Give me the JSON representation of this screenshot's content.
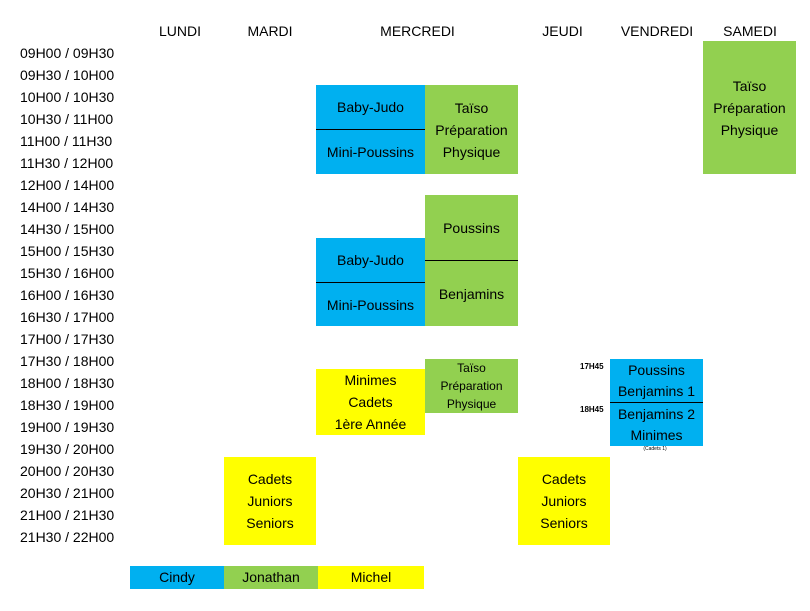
{
  "days": [
    "LUNDI",
    "MARDI",
    "MERCREDI",
    "JEUDI",
    "VENDREDI",
    "SAMEDI"
  ],
  "time_slots": [
    "09H00 / 09H30",
    "09H30 / 10H00",
    "10H00 / 10H30",
    "10H30 / 11H00",
    "11H00 / 11H30",
    "11H30 / 12H00",
    "12H00 / 14H00",
    "14H00 / 14H30",
    "14H30 / 15H00",
    "15H00 / 15H30",
    "15H30 / 16H00",
    "16H00 / 16H30",
    "16H30 / 17H00",
    "17H00 / 17H30",
    "17H30 / 18H00",
    "18H00 / 18H30",
    "18H30 / 19H00",
    "19H00 / 19H30",
    "19H30 / 20H00",
    "20H00 / 20H30",
    "20H30 / 21H00",
    "21H00 / 21H30",
    "21H30 / 22H00"
  ],
  "blocks": {
    "wed_am_top": "Baby-Judo",
    "wed_am_bottom": "Mini-Poussins",
    "wed_am_green": [
      "Taïso",
      "Préparation",
      "Physique"
    ],
    "sat_green": [
      "Taïso",
      "Préparation",
      "Physique"
    ],
    "wed_pm_green_top": "Poussins",
    "wed_pm_green_bottom": "Benjamins",
    "wed_pm_blue_top": "Baby-Judo",
    "wed_pm_blue_bottom": "Mini-Poussins",
    "wed_eve_yellow": [
      "Minimes",
      "Cadets",
      "1ère Année"
    ],
    "wed_eve_green": [
      "Taïso",
      "Préparation",
      "Physique"
    ],
    "fri_time_1": "17H45",
    "fri_time_2": "18H45",
    "fri_blue_top": [
      "Poussins",
      "Benjamins 1"
    ],
    "fri_blue_bottom": [
      "Benjamins 2",
      "Minimes"
    ],
    "fri_note": "(Cadets 1)",
    "tue_yellow": [
      "Cadets",
      "Juniors",
      "Seniors"
    ],
    "thu_yellow": [
      "Cadets",
      "Juniors",
      "Seniors"
    ]
  },
  "legend": [
    "Cindy",
    "Jonathan",
    "Michel"
  ],
  "colors": {
    "cindy": "#00b0f0",
    "jonathan": "#92d050",
    "michel": "#ffff00"
  }
}
